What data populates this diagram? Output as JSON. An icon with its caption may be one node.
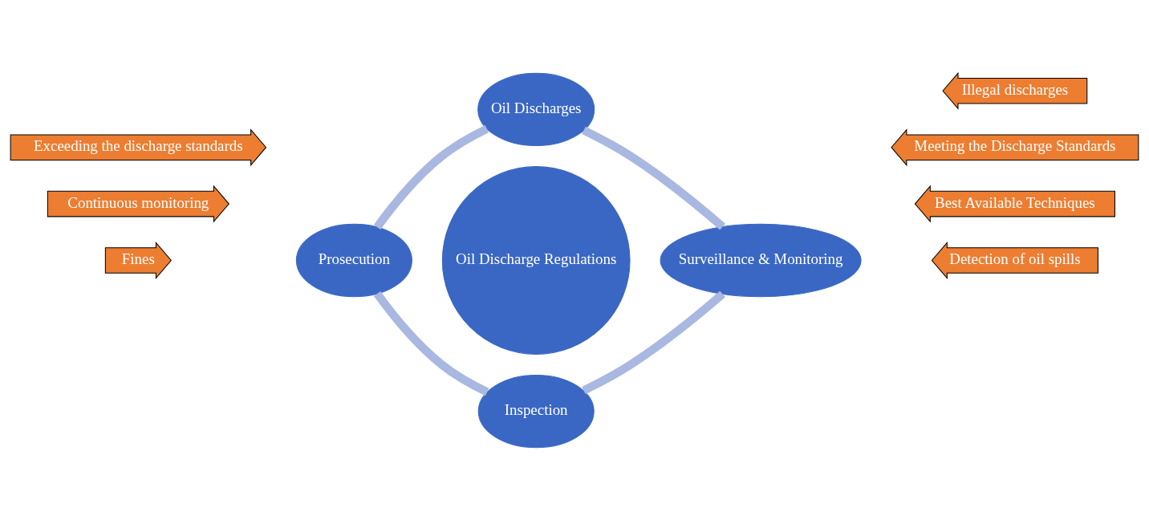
{
  "diagram": {
    "nodes": [
      {
        "text": [
          "Oil Discharges"
        ]
      },
      {
        "text": [
          "Oil Discharge Regulations"
        ]
      },
      {
        "text": [
          "Prosecution"
        ]
      },
      {
        "text": [
          "Surveillance & Monitoring"
        ]
      },
      {
        "text": [
          "Inspection"
        ]
      },
      {
        "text": [
          "Best Available Techniques"
        ]
      },
      {
        "text": [
          "Continuous monitoring"
        ]
      },
      {
        "text": [
          "Meeting the Discharge Standards"
        ]
      },
      {
        "text": [
          "Fines"
        ]
      },
      {
        "text": [
          "Detection of oil spills"
        ]
      },
      {
        "text": [
          "Exceeding the discharge standards"
        ]
      },
      {
        "text": [
          "Illegal discharges"
        ]
      }
    ],
    "edges": [
      {
        "from": 0,
        "to": 3,
        "arrow": "none"
      },
      {
        "from": 4,
        "to": 3,
        "arrow": "none"
      },
      {
        "from": 2,
        "to": 4,
        "arrow": "none"
      },
      {
        "from": 2,
        "to": 0,
        "arrow": "none"
      }
    ]
  }
}
